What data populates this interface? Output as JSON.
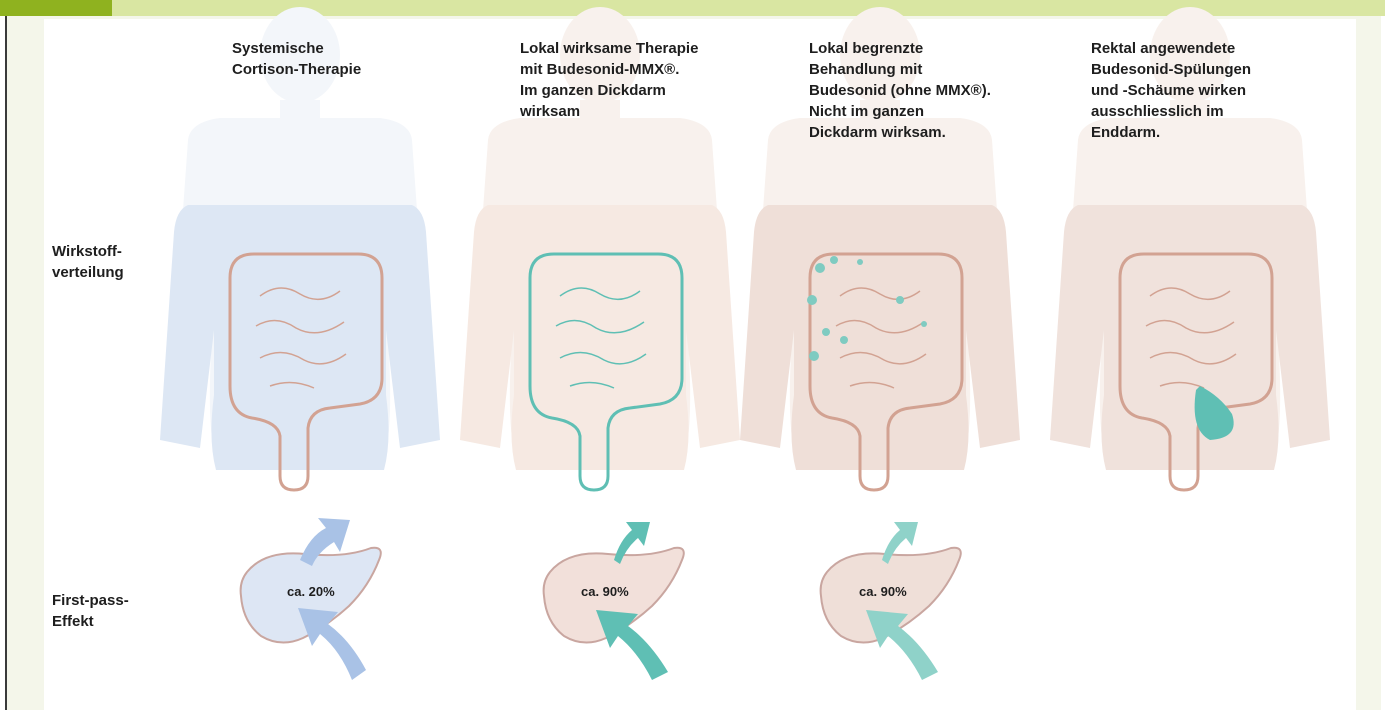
{
  "columns": [
    {
      "id": "systemic",
      "heading": [
        "Systemische",
        "Cortison-Therapie"
      ],
      "percent": "ca. 20%"
    },
    {
      "id": "mmx",
      "heading": [
        "Lokal wirksame Therapie",
        "mit Budesonid-MMX®.",
        "Im ganzen Dickdarm",
        "wirksam"
      ],
      "percent": "ca. 90%"
    },
    {
      "id": "budesonid",
      "heading": [
        "Lokal begrenzte",
        "Behandlung mit",
        "Budesonid (ohne MMX®).",
        "Nicht im ganzen",
        "Dickdarm wirksam."
      ],
      "percent": "ca. 90%"
    },
    {
      "id": "rectal",
      "heading": [
        "Rektal angewendete",
        "Budesonid-Spülungen",
        "und -Schäume wirken",
        "ausschliesslich im",
        "Enddarm."
      ]
    }
  ],
  "rows": {
    "distribution": [
      "Wirkstoff-",
      "verteilung"
    ],
    "first_pass": [
      "First-pass-",
      "Effekt"
    ]
  },
  "colors": {
    "accent_green": "#8fb21f",
    "body_blue": "#dde7f4",
    "body_peach": "#f6e9e2",
    "teal": "#5fbfb4",
    "arrow_blue": "#a9c2e6",
    "liver_fill": "#f2e0da",
    "colon_outline": "#d2a292"
  }
}
